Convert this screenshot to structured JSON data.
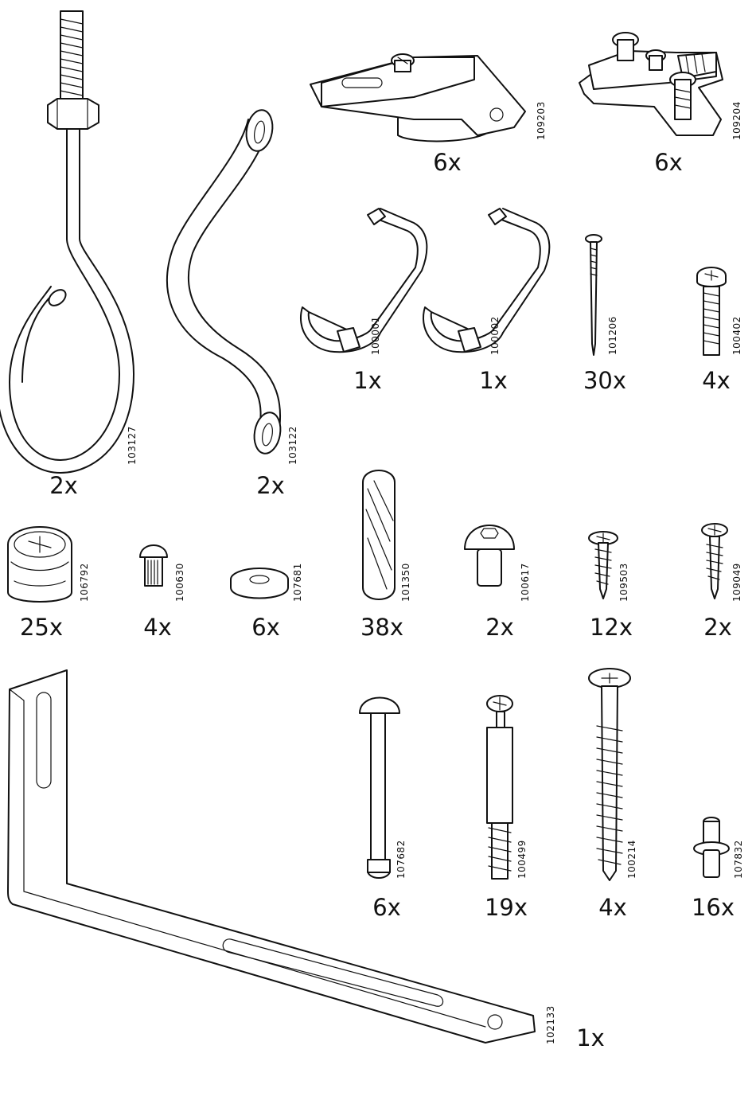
{
  "parts": [
    {
      "id": "eye-bolt",
      "part_no": "103127",
      "qty": "2x"
    },
    {
      "id": "s-hook",
      "part_no": "103122",
      "qty": "2x"
    },
    {
      "id": "hinge-a",
      "part_no": "109203",
      "qty": "6x"
    },
    {
      "id": "hinge-b",
      "part_no": "109204",
      "qty": "6x"
    },
    {
      "id": "hex-key-a",
      "part_no": "100001",
      "qty": "1x"
    },
    {
      "id": "hex-key-b",
      "part_no": "100002",
      "qty": "1x"
    },
    {
      "id": "nail",
      "part_no": "101206",
      "qty": "30x"
    },
    {
      "id": "machine-screw",
      "part_no": "100402",
      "qty": "4x"
    },
    {
      "id": "cam-lock",
      "part_no": "106792",
      "qty": "25x"
    },
    {
      "id": "rivet",
      "part_no": "100630",
      "qty": "4x"
    },
    {
      "id": "washer",
      "part_no": "107681",
      "qty": "6x"
    },
    {
      "id": "wood-dowel",
      "part_no": "101350",
      "qty": "38x"
    },
    {
      "id": "dome-nut",
      "part_no": "100617",
      "qty": "2x"
    },
    {
      "id": "wood-screw-small",
      "part_no": "109503",
      "qty": "12x"
    },
    {
      "id": "wood-screw-tiny",
      "part_no": "109049",
      "qty": "2x"
    },
    {
      "id": "connector-bolt",
      "part_no": "107682",
      "qty": "6x"
    },
    {
      "id": "cam-bolt",
      "part_no": "100499",
      "qty": "19x"
    },
    {
      "id": "long-wood-screw",
      "part_no": "100214",
      "qty": "4x"
    },
    {
      "id": "shelf-pin",
      "part_no": "107832",
      "qty": "16x"
    },
    {
      "id": "l-bracket",
      "part_no": "102133",
      "qty": "1x"
    }
  ]
}
